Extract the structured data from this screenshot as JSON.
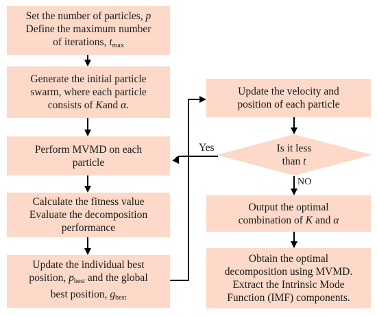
{
  "nodes": {
    "step1": {
      "line1_text": "Set the number of particles, ",
      "line1_var": "p",
      "line2": "Define the maximum number",
      "line3_text": "of iterations, ",
      "line3_var": "t",
      "line3_sub": "max"
    },
    "step2": {
      "line1": "Generate the initial particle",
      "line2": "swarm, where each particle",
      "line3_text": "consists of ",
      "line3_var1": "K",
      "line3_mid": "and ",
      "line3_var2": "α",
      "line3_end": "."
    },
    "step3": {
      "line1": "Perform MVMD on each",
      "line2": "particle"
    },
    "step4": {
      "line1": "Calculate the fitness value",
      "line2": "Evaluate the decomposition",
      "line3": "performance"
    },
    "step5": {
      "line1": "Update the individual best",
      "line2_text": "position, ",
      "line2_var": "p",
      "line2_sub": "best",
      "line2_end": " and the global",
      "line3_text": "best position, ",
      "line3_var": "g",
      "line3_sub": "best"
    },
    "step6": {
      "line1": "Update the velocity and",
      "line2": "position of each particle"
    },
    "decision": {
      "line1": "Is it less",
      "line2_text": "than ",
      "line2_var": "t"
    },
    "step7": {
      "line1": "Output the optimal",
      "line2_text": "combination of ",
      "line2_var1": "K",
      "line2_mid": " and ",
      "line2_var2": "α"
    },
    "step8": {
      "line1": "Obtain the optimal",
      "line2": "decomposition using MVMD.",
      "line3": "Extract the Intrinsic Mode",
      "line4": "Function (IMF) components."
    }
  },
  "edge_labels": {
    "yes": "Yes",
    "no": "NO"
  },
  "colors": {
    "box_fill": "#fcd9c8",
    "stroke": "#000000"
  }
}
